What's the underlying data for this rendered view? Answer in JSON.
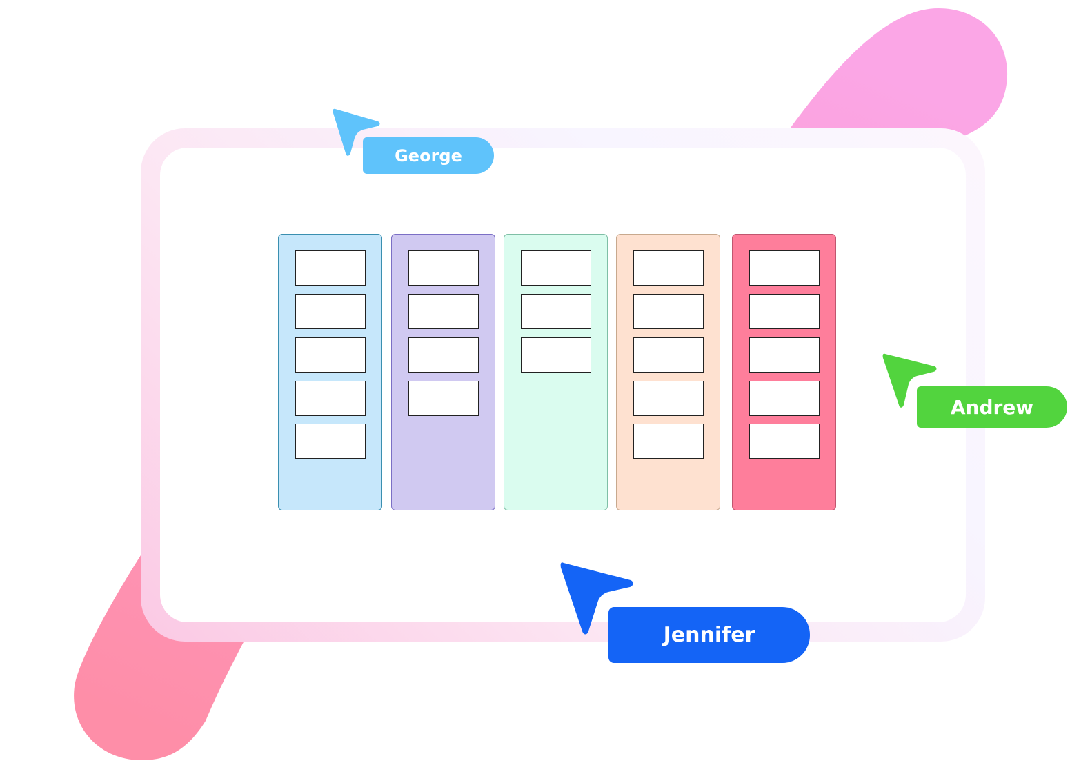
{
  "background": {
    "blob_colors": [
      "#fba6e6",
      "#fe8ea8"
    ]
  },
  "board": {
    "columns": [
      {
        "color": "#c6e7fb",
        "border": "#3a8fb0",
        "card_count": 5
      },
      {
        "color": "#d0c9f1",
        "border": "#7b6fc5",
        "card_count": 4
      },
      {
        "color": "#dafcef",
        "border": "#7fbfa6",
        "card_count": 3
      },
      {
        "color": "#fee1d0",
        "border": "#c8a98e",
        "card_count": 5
      },
      {
        "color": "#fe7e9b",
        "border": "#c0566f",
        "card_count": 5
      }
    ]
  },
  "cursors": {
    "george": {
      "name": "George",
      "color": "#5fc3fb",
      "icon": "pointer-arrow-icon"
    },
    "andrew": {
      "name": "Andrew",
      "color": "#52d43e",
      "icon": "pointer-arrow-icon"
    },
    "jennifer": {
      "name": "Jennifer",
      "color": "#1464f6",
      "icon": "pointer-arrow-icon"
    }
  }
}
